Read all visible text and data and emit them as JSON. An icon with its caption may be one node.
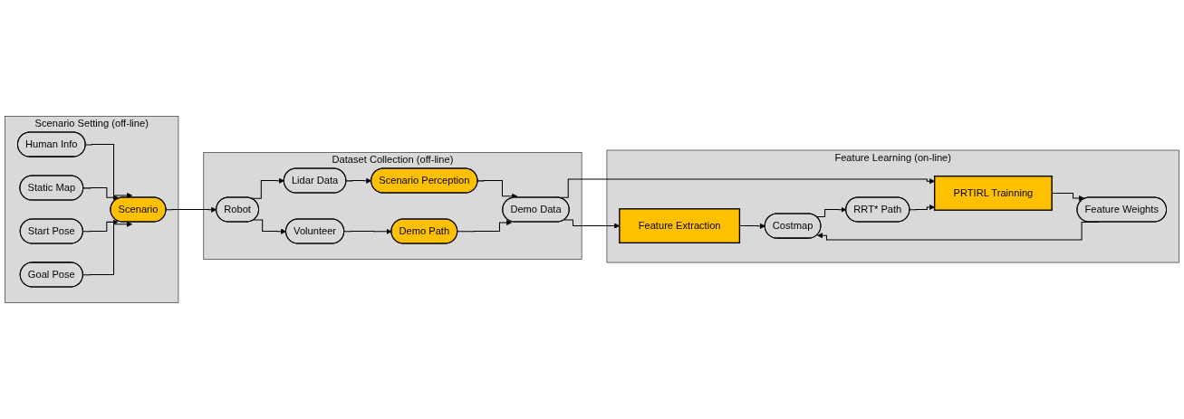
{
  "diagram": {
    "nodes": [
      {
        "text": [
          "Scenario Setting (off-line)"
        ]
      },
      {
        "text": [
          "Human Info"
        ],
        "in": 0
      },
      {
        "text": [
          "Static Map"
        ],
        "in": 0
      },
      {
        "text": [
          "Start Pose"
        ],
        "in": 0
      },
      {
        "text": [
          "Goal Pose"
        ],
        "in": 0
      },
      {
        "text": [
          "Scenario"
        ],
        "in": 0
      },
      {
        "text": [
          "Dataset Collection (off-line)"
        ]
      },
      {
        "text": [
          "Lidar Data"
        ],
        "in": 6
      },
      {
        "text": [
          "Scenario Perception"
        ],
        "in": 6
      },
      {
        "text": [
          "Robot"
        ],
        "in": 6
      },
      {
        "text": [
          "Demo Data"
        ],
        "in": 6
      },
      {
        "text": [
          "Volunteer"
        ],
        "in": 6
      },
      {
        "text": [
          "Demo Path"
        ],
        "in": 6
      },
      {
        "text": [
          "Feature Learning (on-line)"
        ]
      },
      {
        "text": [
          "Feature Extraction"
        ],
        "in": 13
      },
      {
        "text": [
          "Costmap"
        ],
        "in": 13
      },
      {
        "text": [
          "RRT* Path"
        ],
        "in": 13
      },
      {
        "text": [
          "PRTIRL Trainning"
        ],
        "in": 13
      },
      {
        "text": [
          "Feature Weights"
        ],
        "in": 13
      }
    ],
    "edges": [
      {
        "from": 1,
        "to": 5,
        "arrow": "to"
      },
      {
        "from": 2,
        "to": 5,
        "arrow": "to"
      },
      {
        "from": 3,
        "to": 5,
        "arrow": "to"
      },
      {
        "from": 4,
        "to": 5,
        "arrow": "to"
      },
      {
        "from": 5,
        "to": 9,
        "arrow": "to"
      },
      {
        "from": 9,
        "to": 7,
        "arrow": "to"
      },
      {
        "from": 7,
        "to": 8,
        "arrow": "to"
      },
      {
        "from": 8,
        "to": 10,
        "arrow": "to"
      },
      {
        "from": 9,
        "to": 11,
        "arrow": "to"
      },
      {
        "from": 11,
        "to": 12,
        "arrow": "to"
      },
      {
        "from": 12,
        "to": 10,
        "arrow": "to"
      },
      {
        "from": 10,
        "to": 14,
        "arrow": "to"
      },
      {
        "from": 10,
        "to": 17,
        "arrow": "to"
      },
      {
        "from": 14,
        "to": 15,
        "arrow": "to"
      },
      {
        "from": 15,
        "to": 16,
        "arrow": "to"
      },
      {
        "from": 16,
        "to": 17,
        "arrow": "to"
      },
      {
        "from": 17,
        "to": 18,
        "arrow": "to"
      },
      {
        "from": 18,
        "to": 15,
        "arrow": "to"
      }
    ]
  }
}
